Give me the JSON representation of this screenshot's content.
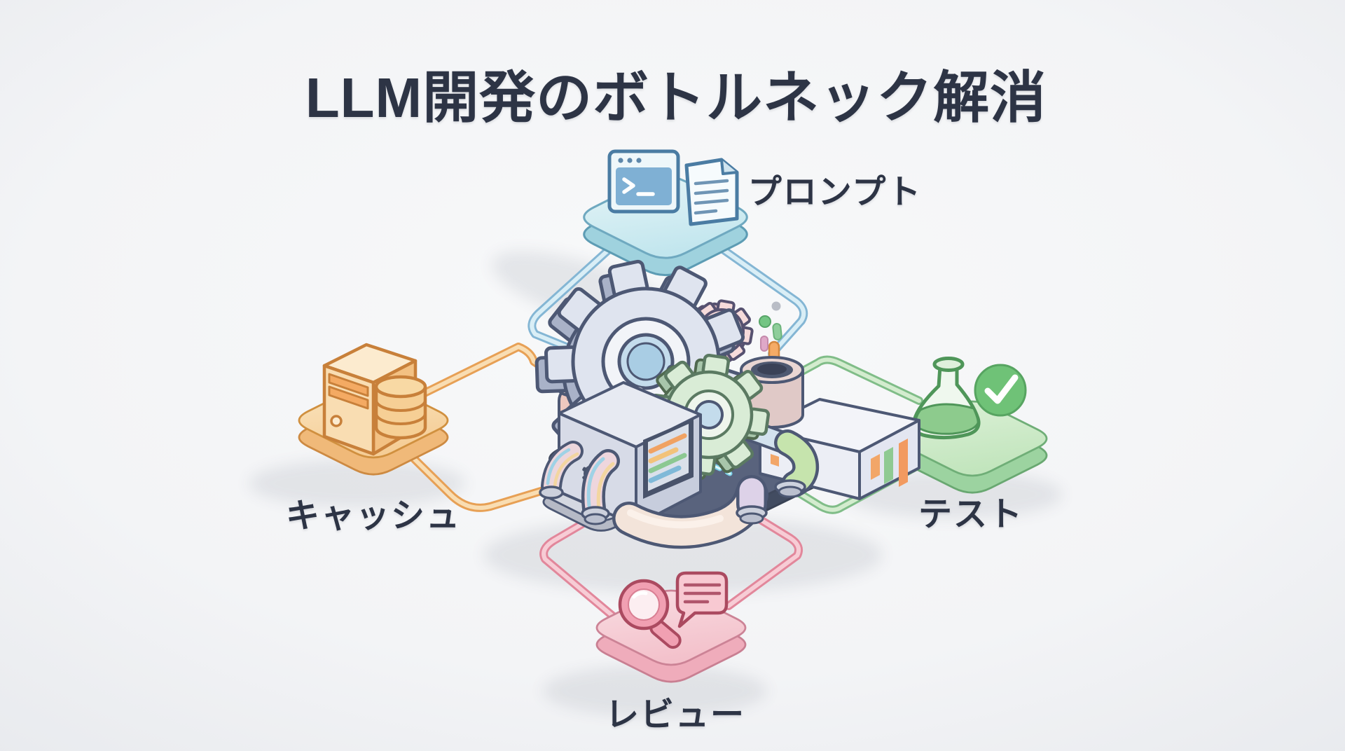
{
  "title": {
    "text": "LLM開発のボトルネック解消"
  },
  "nodes": [
    {
      "id": "prompt",
      "position": "top",
      "label": "プロンプト",
      "icons": [
        "terminal-window-icon",
        "document-icon"
      ],
      "accent_color": "#8cbcd8",
      "platform_color": "#cfe9f0"
    },
    {
      "id": "cache",
      "position": "left",
      "label": "キャッシュ",
      "icons": [
        "server-icon",
        "database-icon"
      ],
      "accent_color": "#e9a159",
      "platform_color": "#f6d6a4"
    },
    {
      "id": "test",
      "position": "right",
      "label": "テスト",
      "icons": [
        "flask-icon",
        "check-circle-icon"
      ],
      "accent_color": "#83bf8b",
      "platform_color": "#cde9c8"
    },
    {
      "id": "review",
      "position": "bottom",
      "label": "レビュー",
      "icons": [
        "magnifier-icon",
        "speech-bubble-icon"
      ],
      "accent_color": "#e4889c",
      "platform_color": "#f6ccd4"
    }
  ],
  "center": {
    "name": "llm-pipeline-machine",
    "elements": [
      "gear-large-icon",
      "gear-pink-icon",
      "gear-green-icon",
      "pipes",
      "control-panel-screen",
      "status-cylinder"
    ]
  },
  "text_color": "#2d3445",
  "background_color": "#f3f4f6"
}
